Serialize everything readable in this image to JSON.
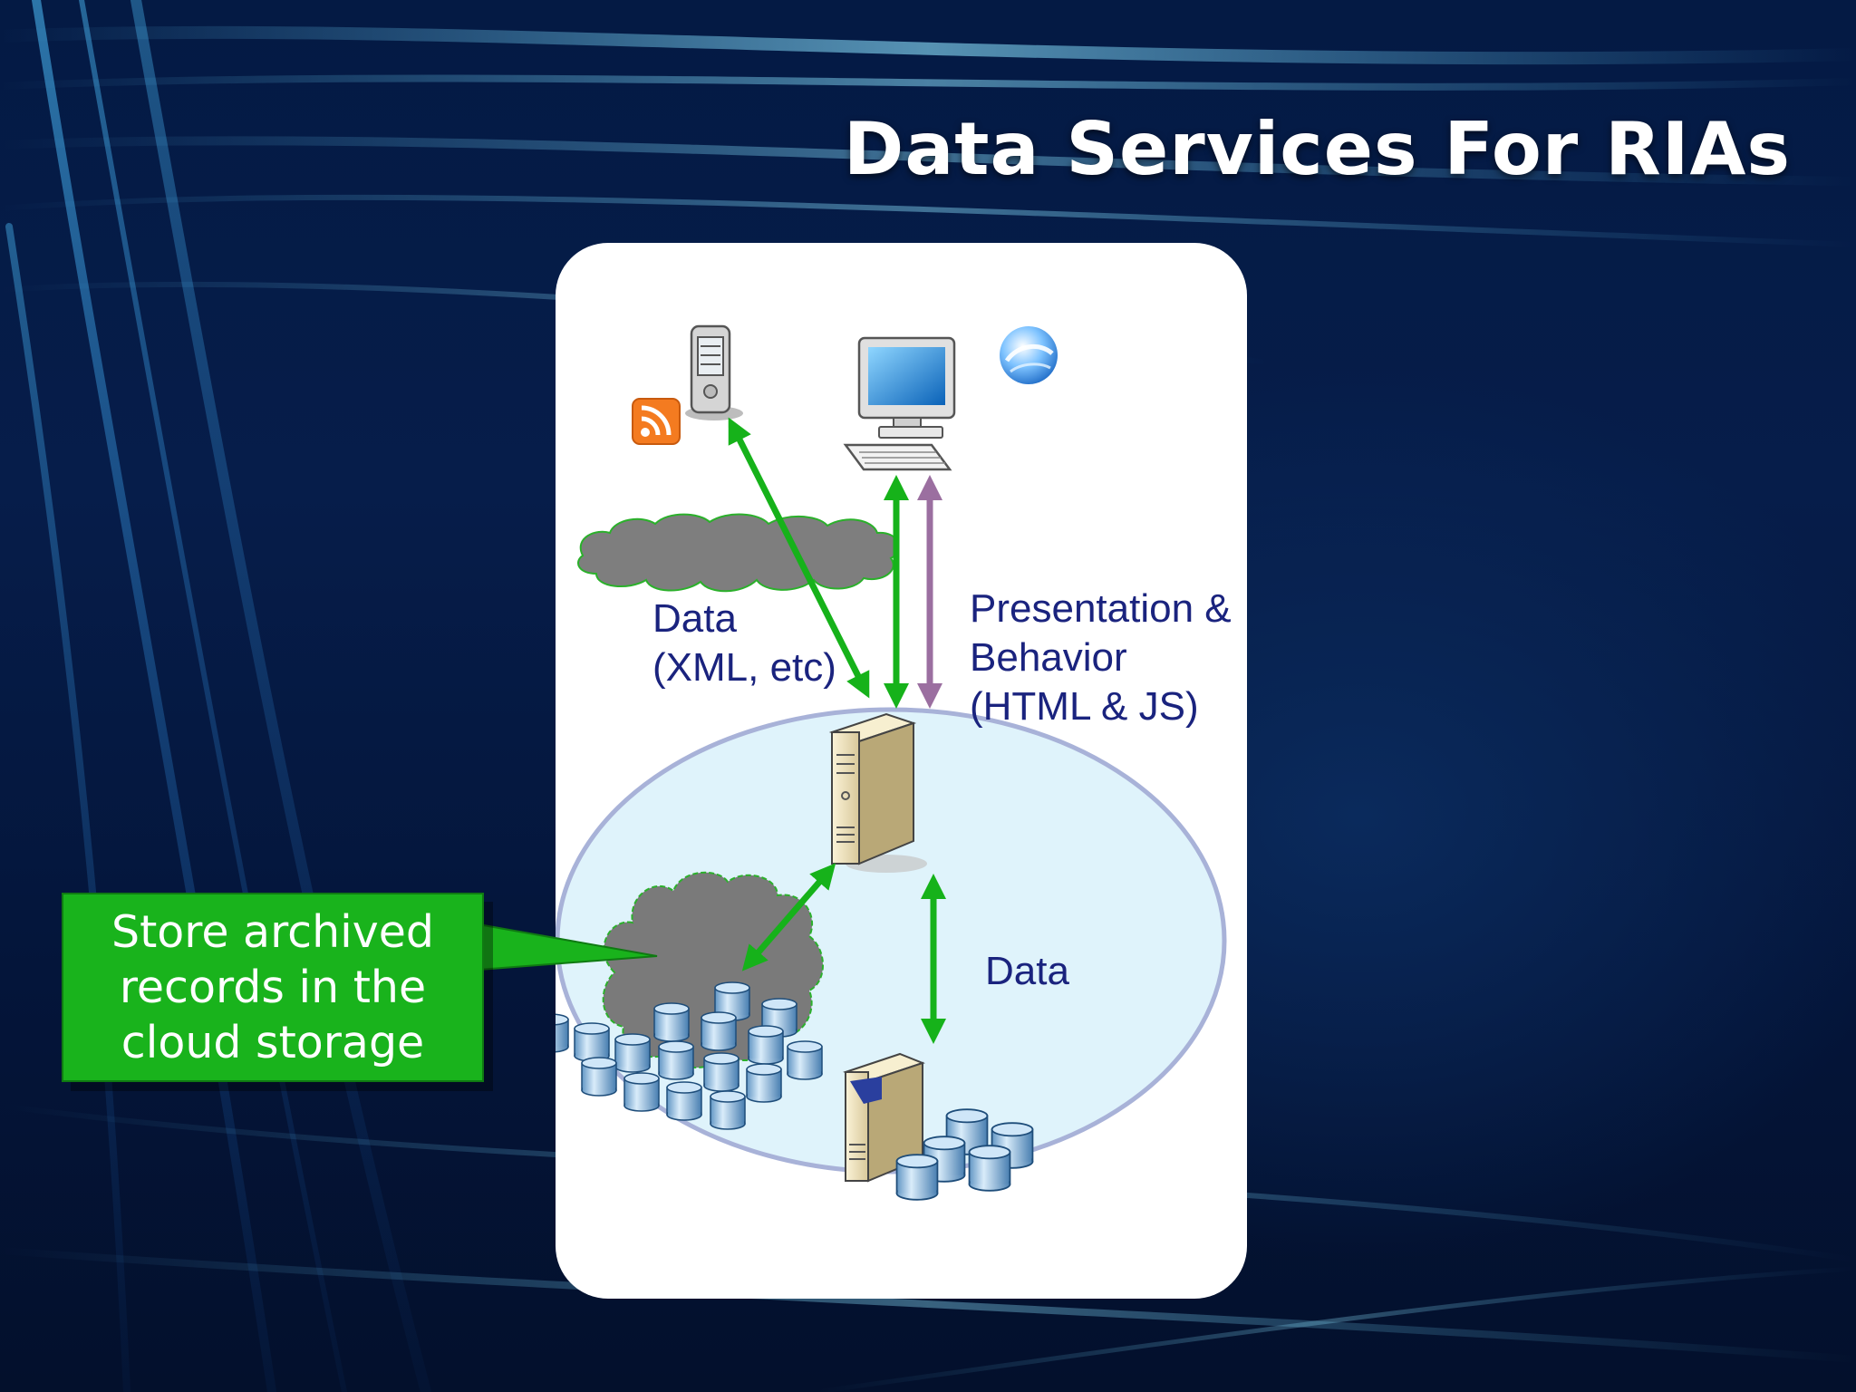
{
  "slide": {
    "title": "Data Services For RIAs"
  },
  "diagram": {
    "label_data_left_line1": "Data",
    "label_data_left_line2": "(XML, etc)",
    "label_presentation_line1": "Presentation &",
    "label_presentation_line2": "Behavior",
    "label_presentation_line3": "(HTML & JS)",
    "label_data_bottom": "Data",
    "nodes": [
      "rss-feed",
      "mobile-device",
      "desktop-computer",
      "silverlight-logo",
      "internet-cloud",
      "web-server",
      "cloud-storage",
      "database-server"
    ]
  },
  "callout": {
    "line1": "Store archived",
    "line2": "records in the",
    "line3": "cloud storage"
  },
  "colors": {
    "arrow_green": "#16b21a",
    "arrow_purple": "#9b6fa0",
    "label_navy": "#1a237e",
    "callout_green": "#19b31c"
  }
}
